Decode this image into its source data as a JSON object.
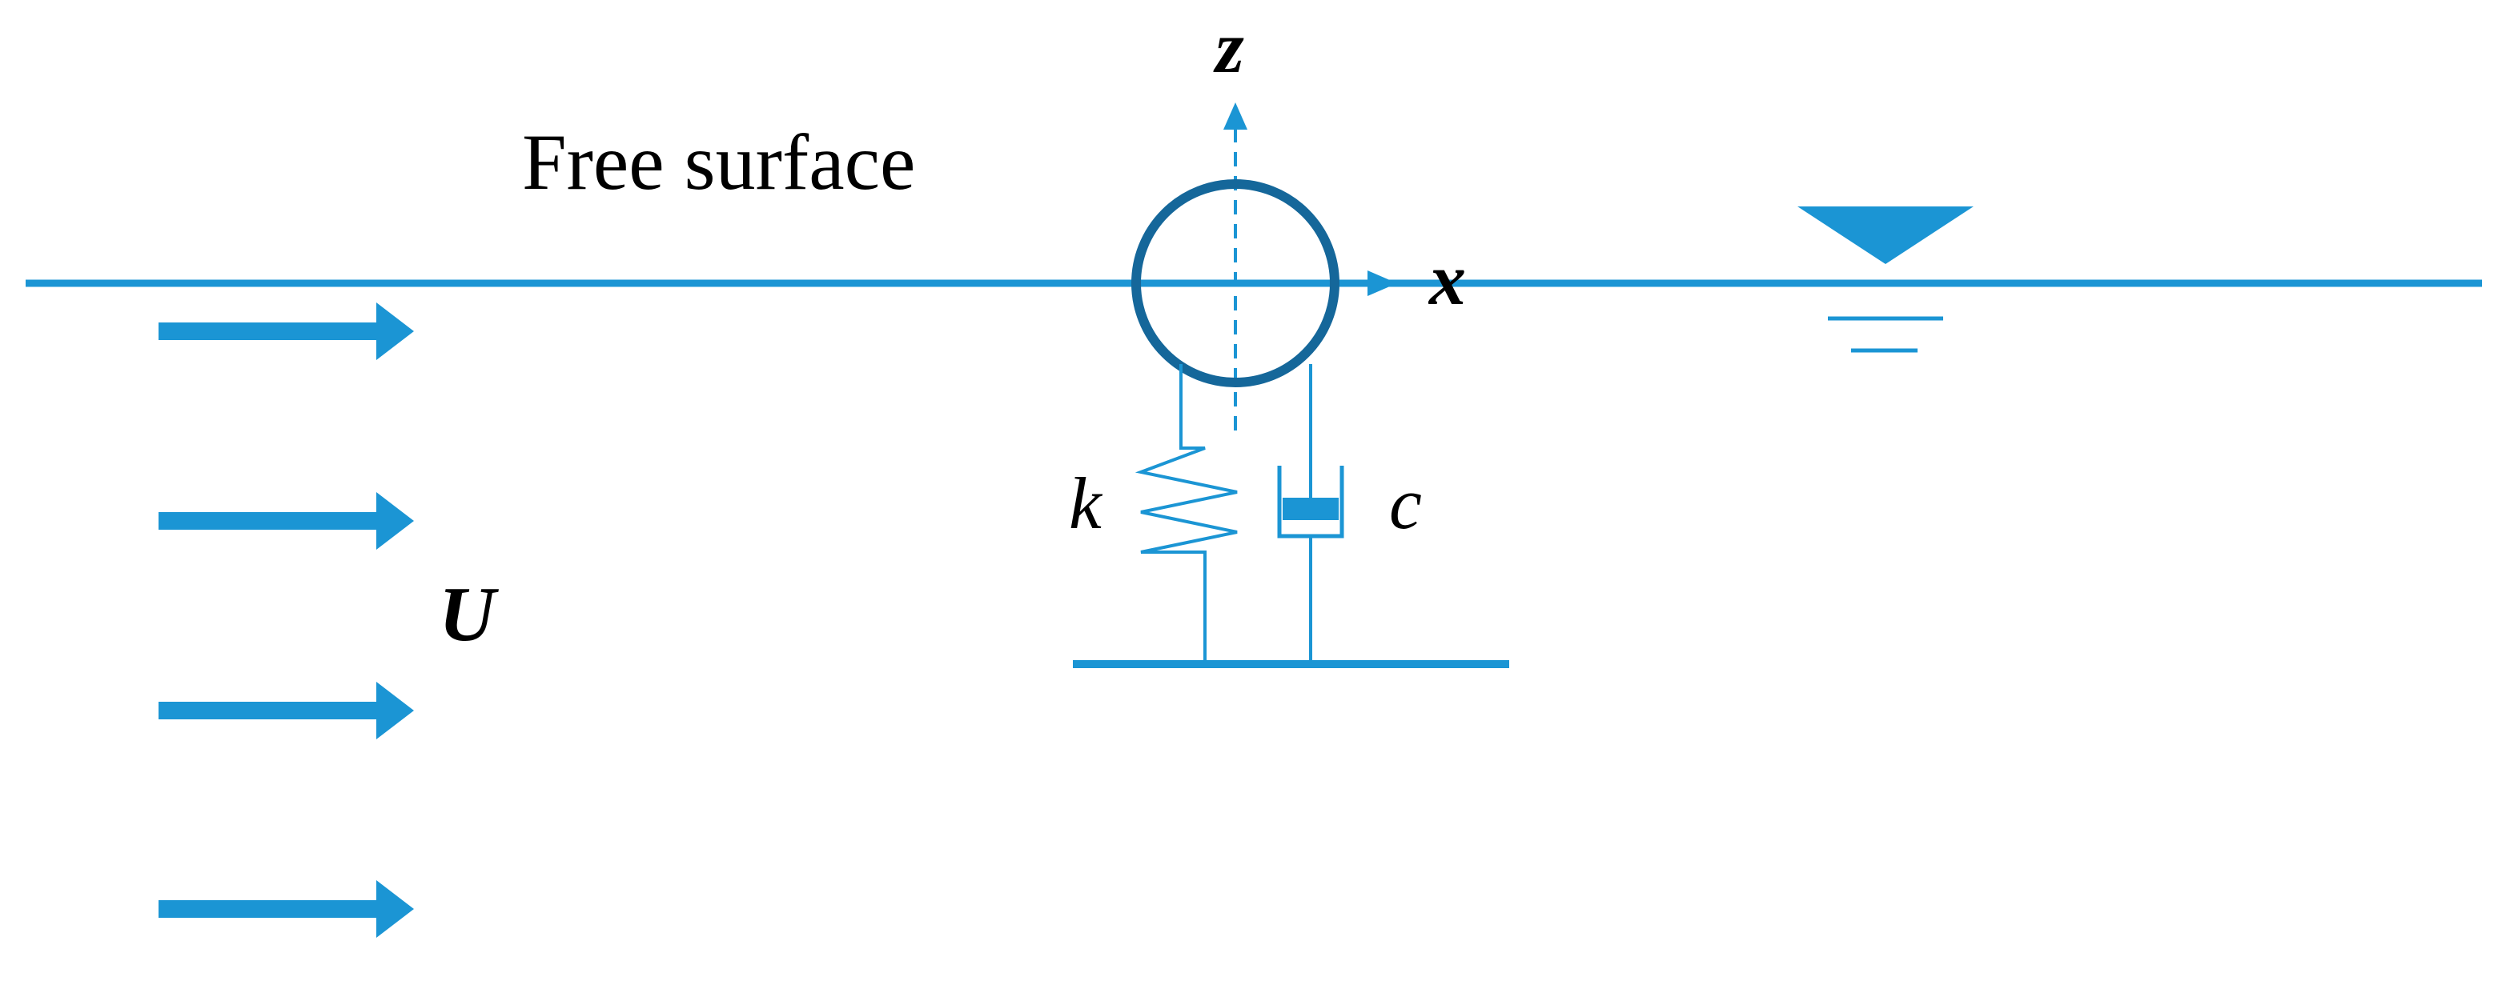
{
  "labels": {
    "free_surface": "Free surface",
    "axis_z": "z",
    "axis_x": "x",
    "spring": "k",
    "damper": "c",
    "flow": "U"
  },
  "flow_arrow_count": 4,
  "colors": {
    "primary": "#1b95d4",
    "cylinder": "#15679a",
    "text": "#000000",
    "background": "#ffffff"
  }
}
